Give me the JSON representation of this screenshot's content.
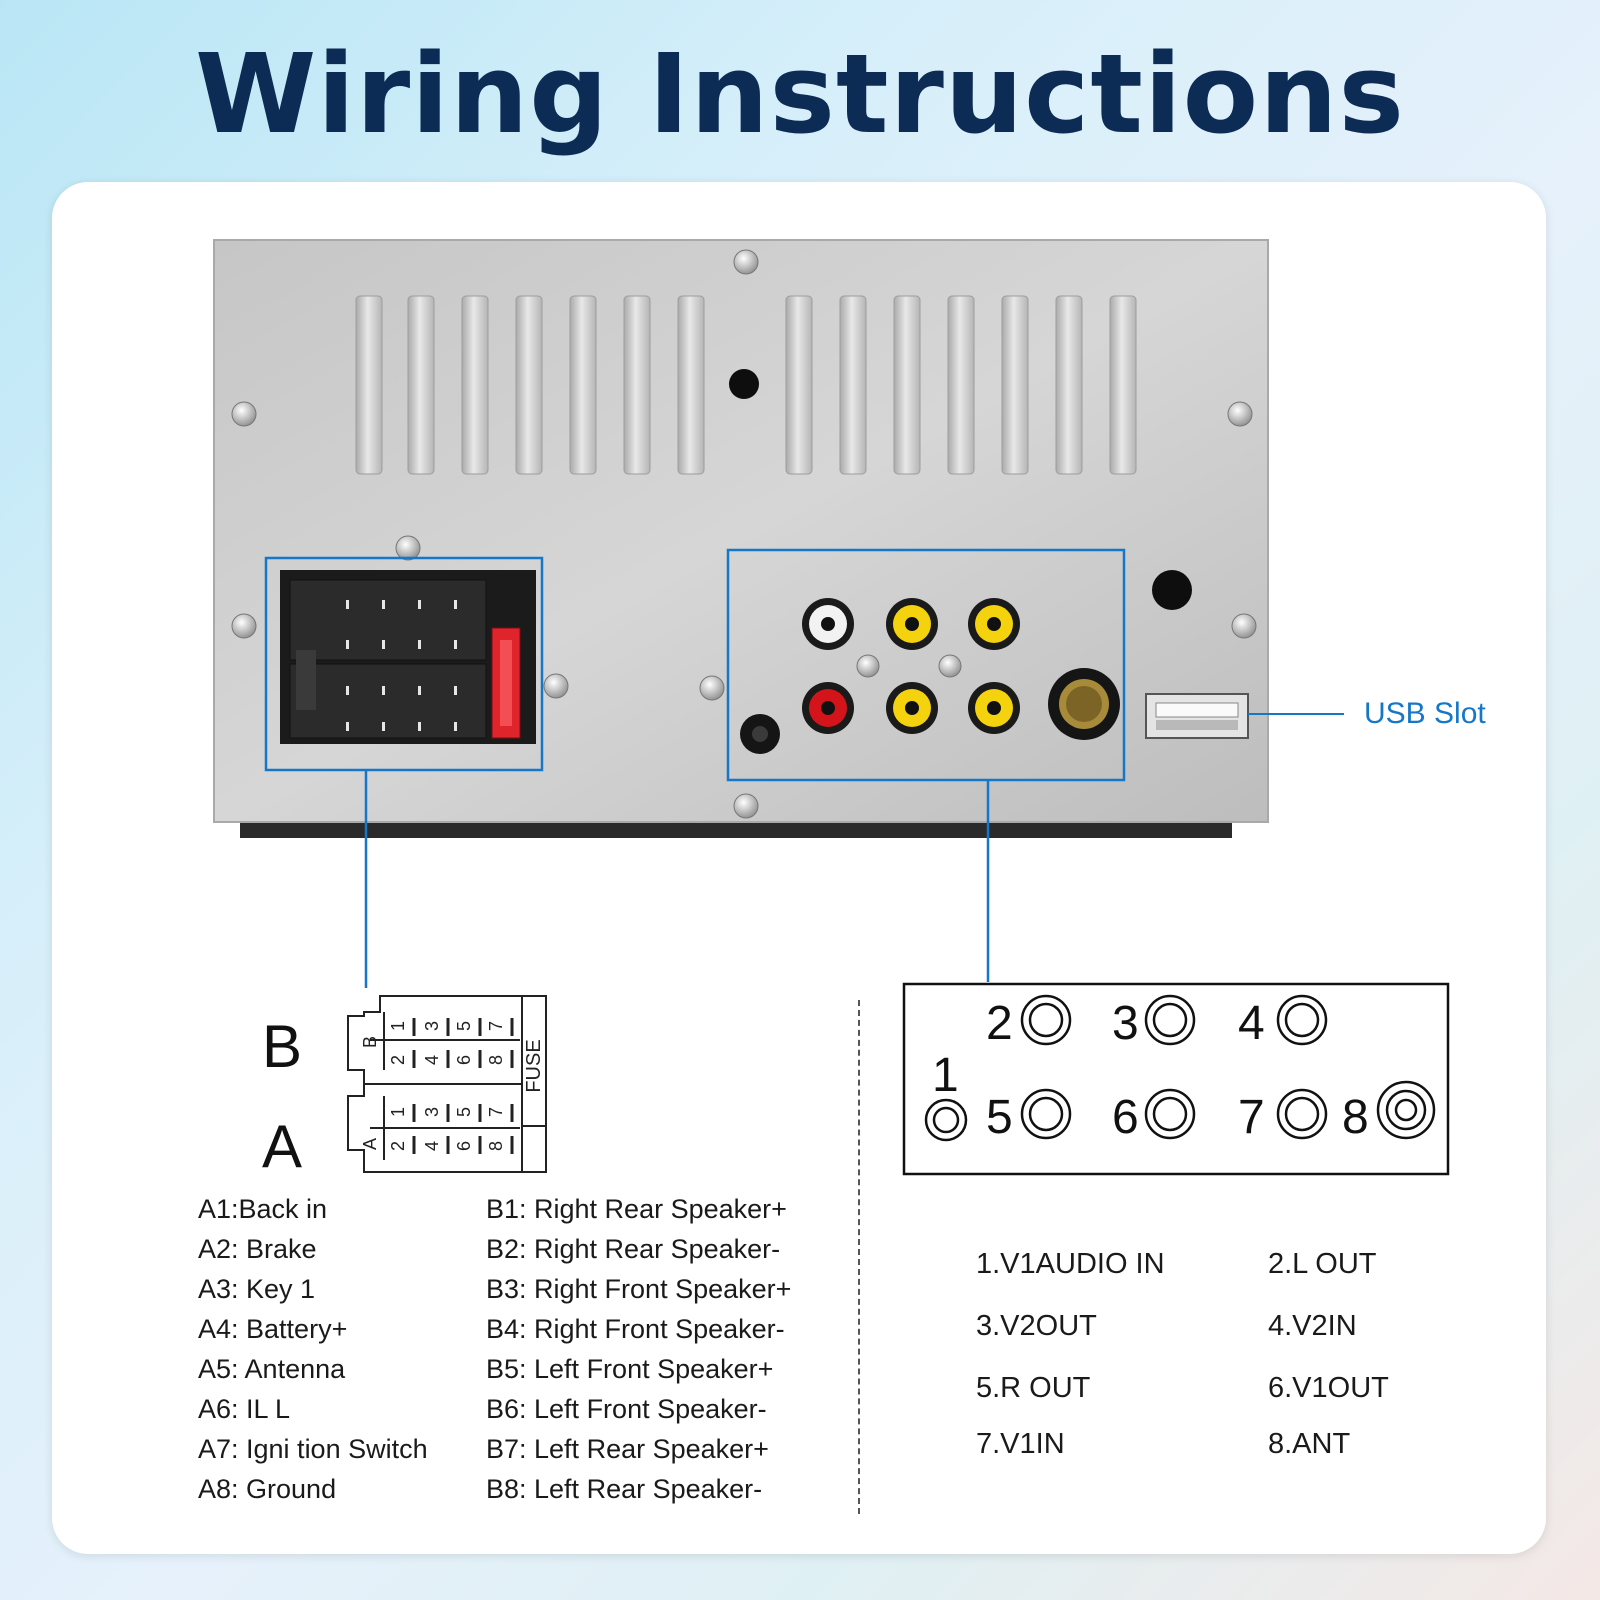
{
  "title": "Wiring Instructions",
  "usb_slot_label": "USB Slot",
  "iso_connector": {
    "group_b_letter": "B",
    "group_a_letter": "A",
    "fuse_label": "FUSE",
    "pin_numbers_top": [
      "1",
      "3",
      "5",
      "7"
    ],
    "pin_numbers_bottom": [
      "2",
      "4",
      "6",
      "8"
    ],
    "pins_a": [
      "A1:Back    in",
      "A2: Brake",
      "A3: Key 1",
      "A4: Battery+",
      "A5: Antenna",
      "A6: IL L",
      "A7:  Igni tion Switch",
      "A8: Ground"
    ],
    "pins_b": [
      "B1: Right Rear Speaker+",
      "B2: Right Rear Speaker-",
      "B3: Right Front Speaker+",
      "B4: Right Front Speaker-",
      "B5: Left Front Speaker+",
      "B6: Left Front Speaker-",
      "B7: Left Rear Speaker+",
      "B8: Left Rear Speaker-"
    ]
  },
  "rca_panel": {
    "port_numbers": [
      "1",
      "2",
      "3",
      "4",
      "5",
      "6",
      "7",
      "8"
    ],
    "legend": [
      "1.V1AUDIO IN",
      "2.L OUT",
      "3.V2OUT",
      "4.V2IN",
      "5.R OUT",
      "6.V1OUT",
      "7.V1IN",
      "8.ANT"
    ]
  },
  "colors": {
    "title": "#0d2c55",
    "highlight_blue": "#1677c8",
    "rca_white": "#f2f2f2",
    "rca_red": "#d3151b",
    "rca_yellow": "#f4d20d",
    "fuse_red": "#e0242c"
  }
}
